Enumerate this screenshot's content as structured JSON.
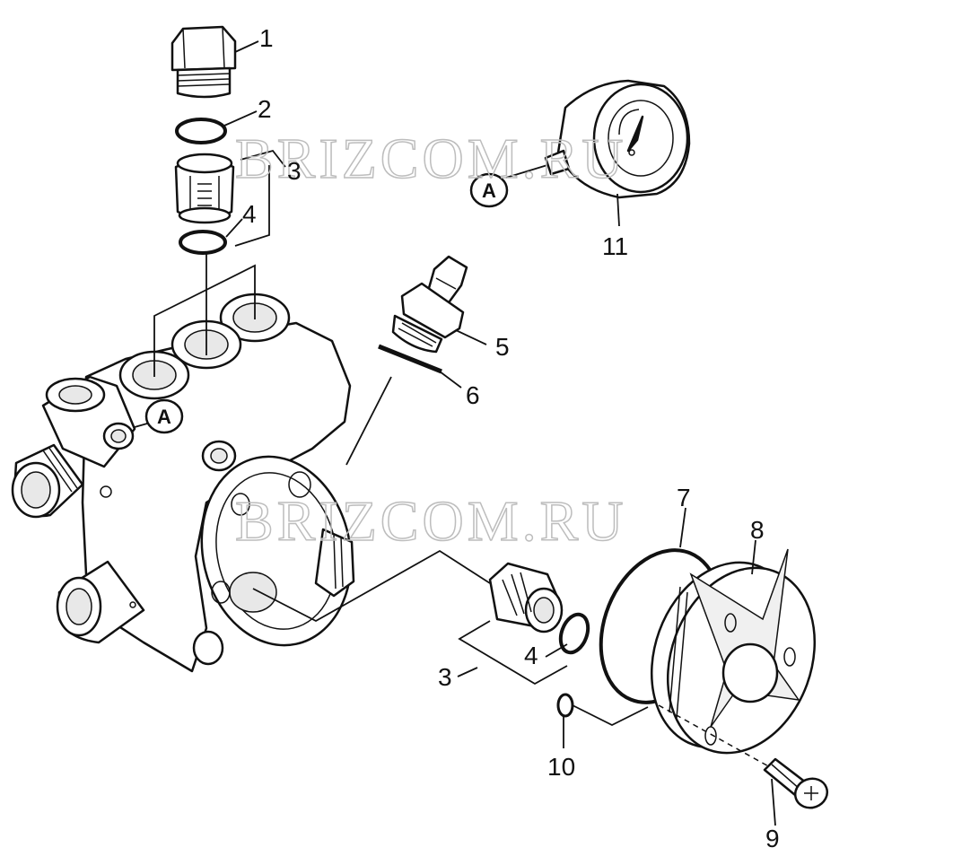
{
  "diagram": {
    "callouts": {
      "c1": "1",
      "c2": "2",
      "c3a": "3",
      "c4a": "4",
      "c5": "5",
      "c6": "6",
      "c7": "7",
      "c8": "8",
      "c9": "9",
      "c10": "10",
      "c11": "11",
      "c3b": "3",
      "c4b": "4"
    },
    "reference_markers": {
      "gauge": "A",
      "body": "A"
    },
    "watermarks": [
      "BRIZCOM.RU",
      "BRIZCOM.RU"
    ]
  }
}
